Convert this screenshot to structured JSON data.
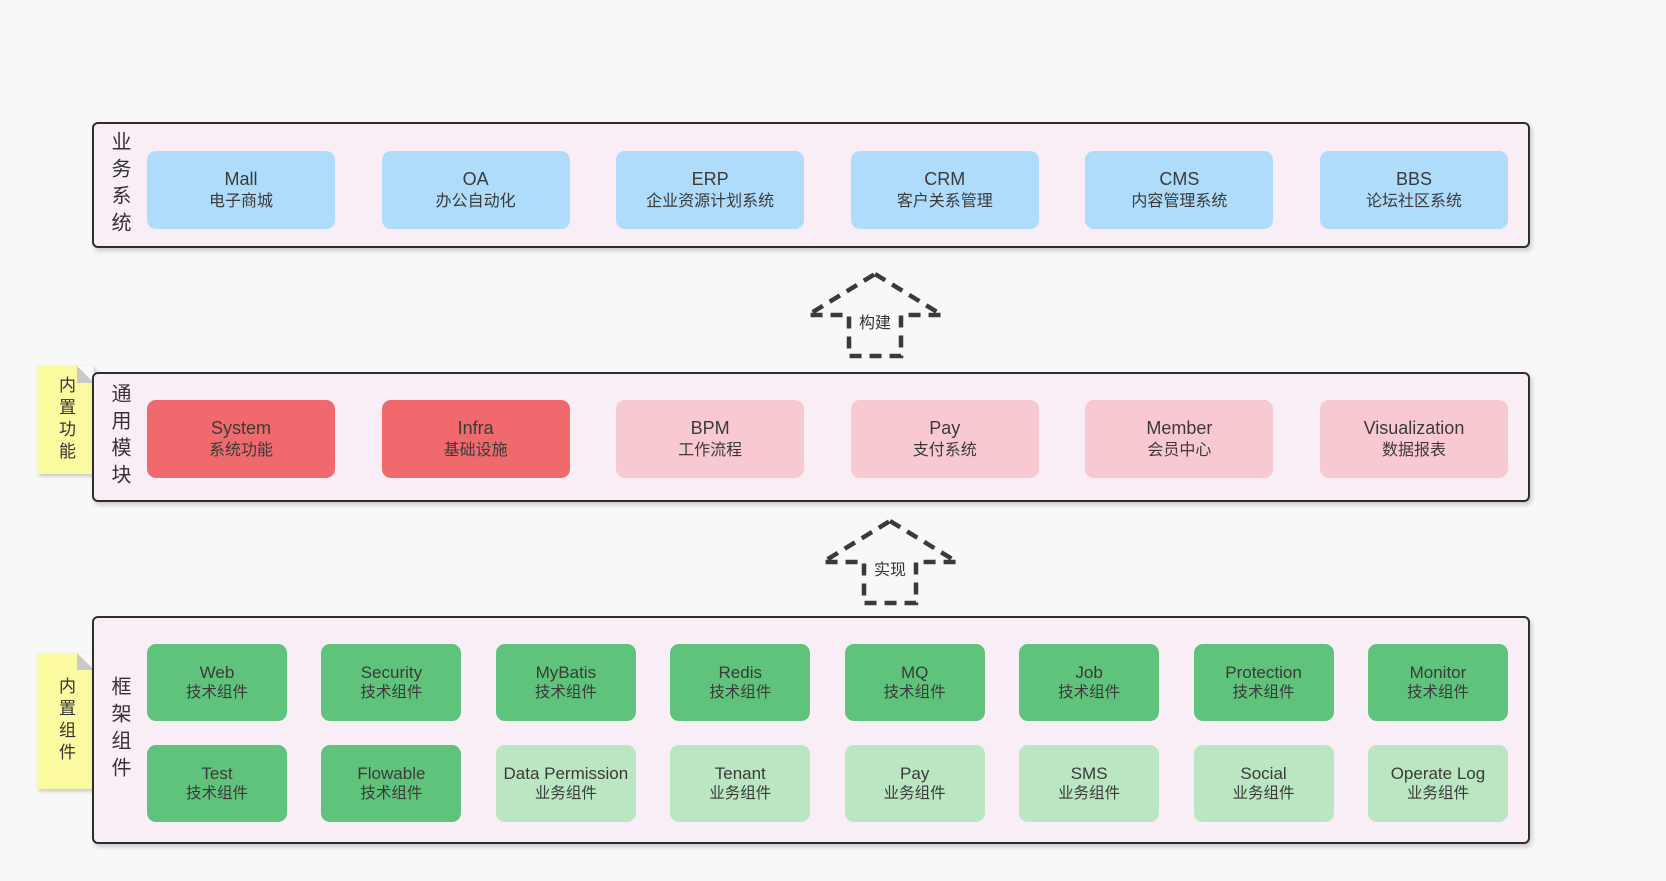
{
  "colors": {
    "page_bg": "#f8f8f8",
    "panel_bg": "#f9edf6",
    "panel_border": "#2e2e2e",
    "business_box": "#aedcfa",
    "core_module_box": "#f0696c",
    "optional_module_box": "#f9c9d2",
    "tech_component_box": "#60c37c",
    "biz_component_box": "#bae6c2",
    "note_bg": "#fcfaa0"
  },
  "arrows": [
    {
      "label": "构建"
    },
    {
      "label": "实现"
    }
  ],
  "sections": {
    "business": {
      "label": "业务系统",
      "boxes": [
        {
          "title": "Mall",
          "subtitle": "电子商城"
        },
        {
          "title": "OA",
          "subtitle": "办公自动化"
        },
        {
          "title": "ERP",
          "subtitle": "企业资源计划系统"
        },
        {
          "title": "CRM",
          "subtitle": "客户关系管理"
        },
        {
          "title": "CMS",
          "subtitle": "内容管理系统"
        },
        {
          "title": "BBS",
          "subtitle": "论坛社区系统"
        }
      ]
    },
    "modules": {
      "label": "通用模块",
      "note": "内置功能",
      "boxes": [
        {
          "title": "System",
          "subtitle": "系统功能",
          "variant": "core"
        },
        {
          "title": "Infra",
          "subtitle": "基础设施",
          "variant": "core"
        },
        {
          "title": "BPM",
          "subtitle": "工作流程",
          "variant": "optional"
        },
        {
          "title": "Pay",
          "subtitle": "支付系统",
          "variant": "optional"
        },
        {
          "title": "Member",
          "subtitle": "会员中心",
          "variant": "optional"
        },
        {
          "title": "Visualization",
          "subtitle": "数据报表",
          "variant": "optional"
        }
      ]
    },
    "components": {
      "label": "框架组件",
      "note": "内置组件",
      "rows": [
        [
          {
            "title": "Web",
            "subtitle": "技术组件",
            "variant": "tech"
          },
          {
            "title": "Security",
            "subtitle": "技术组件",
            "variant": "tech"
          },
          {
            "title": "MyBatis",
            "subtitle": "技术组件",
            "variant": "tech"
          },
          {
            "title": "Redis",
            "subtitle": "技术组件",
            "variant": "tech"
          },
          {
            "title": "MQ",
            "subtitle": "技术组件",
            "variant": "tech"
          },
          {
            "title": "Job",
            "subtitle": "技术组件",
            "variant": "tech"
          },
          {
            "title": "Protection",
            "subtitle": "技术组件",
            "variant": "tech"
          },
          {
            "title": "Monitor",
            "subtitle": "技术组件",
            "variant": "tech"
          }
        ],
        [
          {
            "title": "Test",
            "subtitle": "技术组件",
            "variant": "tech"
          },
          {
            "title": "Flowable",
            "subtitle": "技术组件",
            "variant": "tech"
          },
          {
            "title": "Data Permission",
            "subtitle": "业务组件",
            "variant": "biz"
          },
          {
            "title": "Tenant",
            "subtitle": "业务组件",
            "variant": "biz"
          },
          {
            "title": "Pay",
            "subtitle": "业务组件",
            "variant": "biz"
          },
          {
            "title": "SMS",
            "subtitle": "业务组件",
            "variant": "biz"
          },
          {
            "title": "Social",
            "subtitle": "业务组件",
            "variant": "biz"
          },
          {
            "title": "Operate Log",
            "subtitle": "业务组件",
            "variant": "biz"
          }
        ]
      ]
    }
  }
}
